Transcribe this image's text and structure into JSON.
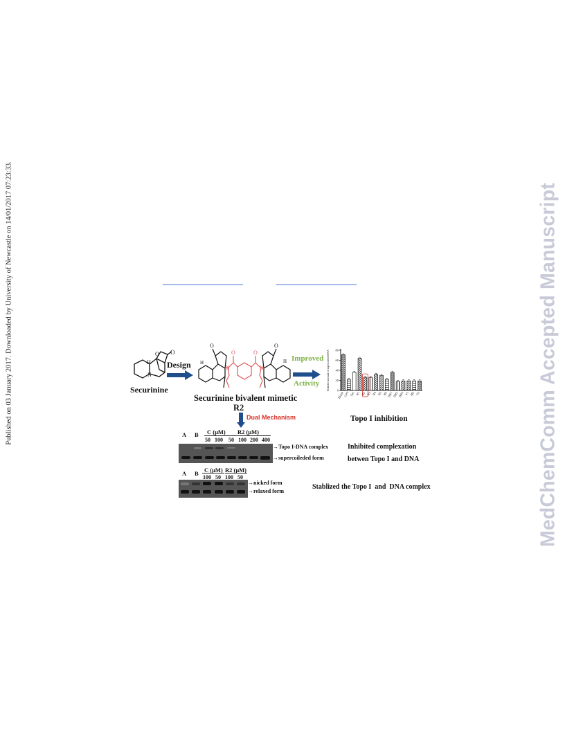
{
  "margin_left_text": "Published on 03 January 2017. Downloaded by University of Newcastle on 14/01/2017 07:23:33.",
  "watermark": "MedChemComm Accepted Manuscript",
  "graphic": {
    "securinine_label": "Securinine",
    "design_label": "Design",
    "improved_label": "Improved",
    "activity_label": "Activity",
    "mimetic_label": "Securinine bivalent mimetic",
    "mimetic_code": "R2",
    "dual_label": "Dual Mechanism",
    "chart_title": "Topo I inhibition",
    "gel1": {
      "lane_a": "A",
      "lane_b": "B",
      "c_header": "C (μM)",
      "r2_header": "R2 (μM)",
      "c_concs": [
        "50",
        "100"
      ],
      "r2_concs": [
        "50",
        "100",
        "200",
        "400"
      ],
      "band_top": "Topo I-DNA complex",
      "band_bottom": "supercoileded form",
      "note_1": "Inhibited complexation",
      "note_2": "betwen Topo I and DNA"
    },
    "gel2": {
      "lane_a": "A",
      "lane_b": "B",
      "c_header": "C (μM)",
      "r2_header": "R2 (μM)",
      "c_concs": [
        "100",
        "50"
      ],
      "r2_concs": [
        "100",
        "50"
      ],
      "band_top": "nicked form",
      "band_bottom": "relaxed form",
      "note": "Stablized the Topo I  and  DNA complex"
    },
    "colors": {
      "arrow": "#1f4e8c",
      "improved": "#7fb24a",
      "dual": "#d8302a",
      "linker": "#e05a5a",
      "highlight_box": "#d8302a"
    }
  },
  "chart_data": {
    "type": "bar",
    "title": "Topo I inhibition",
    "ylabel": "Relative amount of supercoiled DNA",
    "ylim": [
      0,
      80
    ],
    "yticks": [
      0,
      20,
      40,
      60,
      80
    ],
    "categories": [
      "Blank",
      "CPT",
      "Sec",
      "R1",
      "R2",
      "R3",
      "R4",
      "R5",
      "R6",
      "DR1",
      "DR2",
      "DR3",
      "F1",
      "M2",
      "F2"
    ],
    "values": [
      71,
      22,
      36,
      64,
      26,
      26,
      32,
      30,
      22,
      36,
      18,
      19,
      19,
      19,
      19
    ],
    "highlighted_category": "R2"
  }
}
